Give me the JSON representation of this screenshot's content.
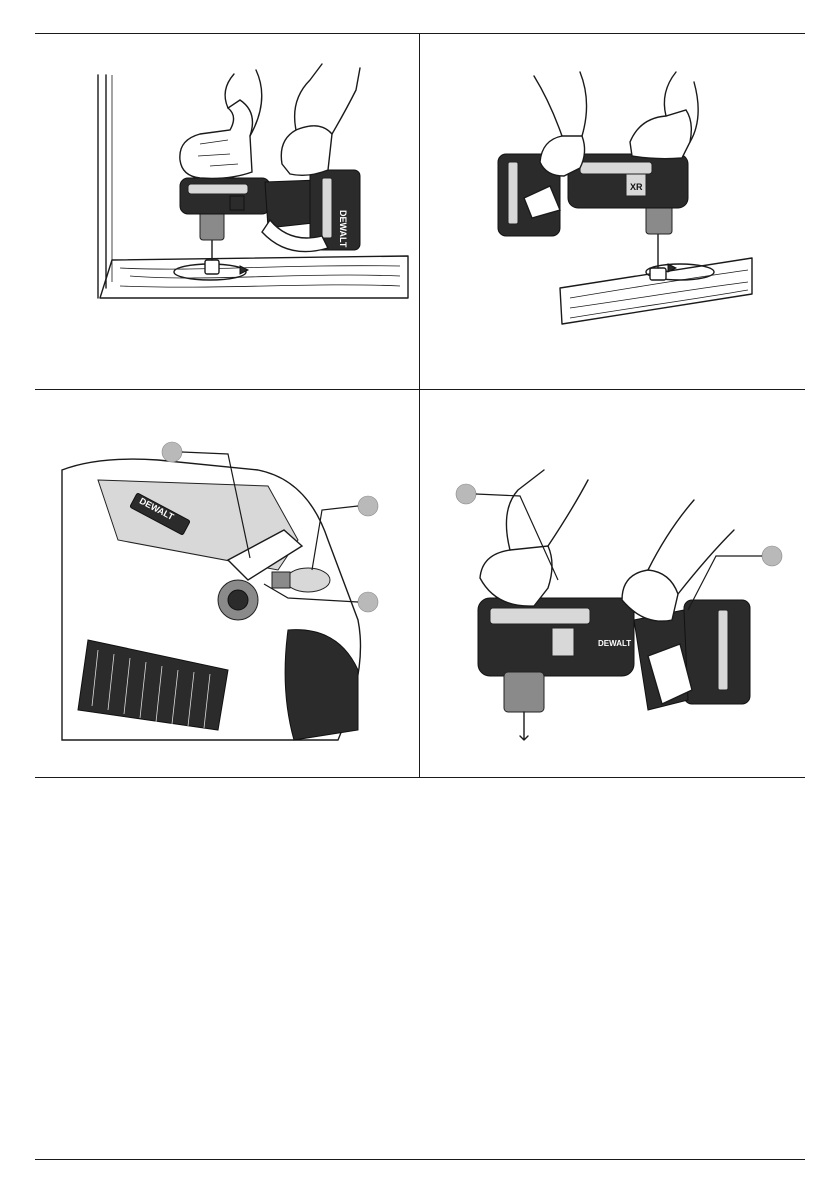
{
  "figures": [
    {
      "id": "fig-right-angle-drill-wall",
      "icons": [
        "gloved-hand-icon",
        "right-angle-drill-icon",
        "rotation-arrow-icon"
      ],
      "brand_text": "DEWALT"
    },
    {
      "id": "fig-right-angle-drill-floor",
      "icons": [
        "gloved-hand-icon",
        "right-angle-drill-icon",
        "rotation-arrow-icon"
      ],
      "brand_text": "XR"
    },
    {
      "id": "fig-side-handle-detail",
      "icons": [
        "side-handle-icon",
        "callout-circle-icon"
      ],
      "brand_text": "DEWALT",
      "callouts": 3
    },
    {
      "id": "fig-two-hand-grip",
      "icons": [
        "gloved-hand-icon",
        "right-angle-drill-icon",
        "callout-circle-icon"
      ],
      "brand_text": "DEWALT",
      "callouts": 2
    }
  ],
  "colors": {
    "ink": "#1a1a1a",
    "callout_fill": "#b9b9b9",
    "tool_body": "#2b2b2b"
  }
}
